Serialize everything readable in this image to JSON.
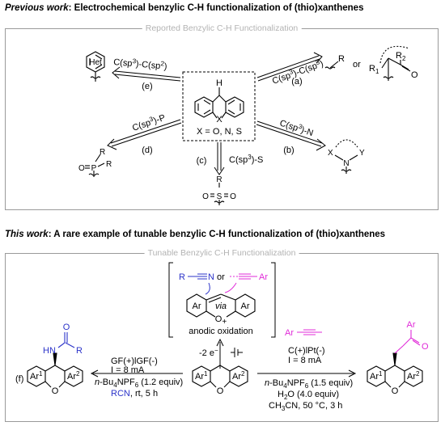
{
  "section1": {
    "header_bold_italic": "Previous work",
    "header_rest": ": Electrochemical benzylic C-H functionalization of (thio)xanthenes",
    "frame_title": "Reported Benzylic C-H Functionalization",
    "center_h": "H",
    "center_x": "X",
    "center_caption": "X = O, N, S",
    "routes": {
      "a": {
        "label": "(a)",
        "bond_pre": "C(sp",
        "sup1": "3",
        "bond_mid": ")-C(sp",
        "sup2": "3",
        "bond_post": ")"
      },
      "b": {
        "label": "(b)",
        "bond_pre": "C(sp",
        "sup1": "3",
        "bond_post": ")-N"
      },
      "c": {
        "label": "(c)",
        "bond_pre": "C(sp",
        "sup1": "3",
        "bond_post": ")-S"
      },
      "d": {
        "label": "(d)",
        "bond_pre": "C(sp",
        "sup1": "3",
        "bond_post": ")-P"
      },
      "e": {
        "label": "(e)",
        "bond_pre": "C(sp",
        "sup1": "3",
        "bond_mid": ")-C(sp",
        "sup2": "2",
        "bond_post": ")"
      }
    },
    "products": {
      "a_r": "R",
      "a_or": "or",
      "a_r1": "R",
      "a_r1_sub": "1",
      "a_r2": "R",
      "a_r2_sub": "2",
      "a_o": "O",
      "b_x": "X",
      "b_n": "N",
      "b_y": "Y",
      "c_r": "R",
      "c_s": "S",
      "c_o1": "O",
      "c_o2": "O",
      "d_o": "O",
      "d_p": "P",
      "d_r1": "R",
      "d_r2": "R",
      "e_het": "Het"
    }
  },
  "section2": {
    "header_bold_italic": "This work",
    "header_rest": ": A rare example of tunable benzylic C-H functionalization of (thio)xanthenes",
    "frame_title": "Tunable Benzylic C-H Functionalization",
    "mechanism": {
      "r": "R",
      "n": "N",
      "or": "or",
      "ar": "Ar",
      "ar_left": "Ar",
      "via": "via",
      "ar_right": "Ar",
      "o_plus": "O",
      "plus": "+",
      "caption": "anodic oxidation"
    },
    "electron": "-2 e",
    "electron_sup": "−",
    "left_conditions": {
      "electrodes": "GF(+)lGF(-)",
      "current": "I = 8 mA",
      "electrolyte_pre": "n",
      "electrolyte_mid": "-Bu",
      "electrolyte_sub": "4",
      "electrolyte_post": "NPF",
      "electrolyte_sub2": "6",
      "electrolyte_amt": " (1.2 equiv)",
      "reagent": "RCN",
      "rest": ", rt, 5 h"
    },
    "right_conditions": {
      "alkyne_ar": "Ar",
      "electrodes": "C(+)lPt(-)",
      "current": "I = 8 mA",
      "electrolyte_pre": "n",
      "electrolyte_mid": "-Bu",
      "electrolyte_sub": "4",
      "electrolyte_post": "NPF",
      "electrolyte_sub2": "6",
      "electrolyte_amt": " (1.5 equiv)",
      "water_pre": "H",
      "water_sub": "2",
      "water_post": "O (4.0 equiv)",
      "solvent_pre": "CH",
      "solvent_sub": "3",
      "solvent_post": "CN, 50 °C, 3 h"
    },
    "left_product": {
      "label": "(f)",
      "o": "O",
      "hn": "HN",
      "r": "R",
      "ar1": "Ar",
      "ar1_sup": "1",
      "ar2": "Ar",
      "ar2_sup": "2",
      "ring_o": "O"
    },
    "substrate": {
      "ar1": "Ar",
      "ar1_sup": "1",
      "ar2": "Ar",
      "ar2_sup": "2",
      "ring_o": "O"
    },
    "right_product": {
      "ar_top": "Ar",
      "o": "O",
      "ar1": "Ar",
      "ar1_sup": "1",
      "ar2": "Ar",
      "ar2_sup": "2",
      "ring_o": "O"
    }
  },
  "colors": {
    "blue": "#2b33c9",
    "magenta": "#e02bd8",
    "frame": "#9a9a9a",
    "frame_title": "#b3b3b3"
  }
}
